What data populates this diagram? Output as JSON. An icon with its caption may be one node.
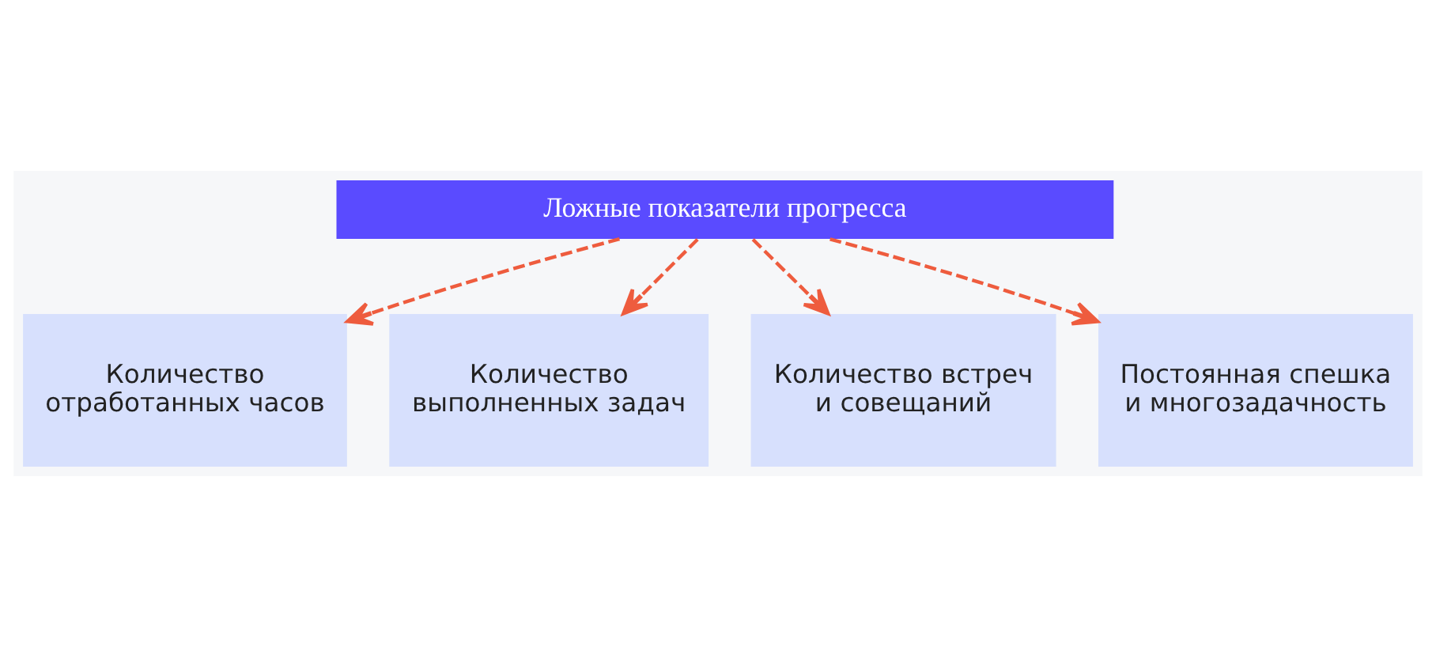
{
  "diagram": {
    "nodes": [
      {
        "text": [
          "Ложные показатели прогресса"
        ]
      },
      {
        "text": [
          "Количество отработанных часов"
        ]
      },
      {
        "text": [
          "Количество выполненных задач"
        ]
      },
      {
        "text": [
          "Количество встреч и совещаний"
        ]
      },
      {
        "text": [
          "Постоянная спешка и многозадачность"
        ]
      }
    ],
    "edges": [
      {
        "from": 0,
        "to": 1,
        "arrow": "to",
        "style": "dashed"
      },
      {
        "from": 0,
        "to": 2,
        "arrow": "to",
        "style": "dashed"
      },
      {
        "from": 0,
        "to": 3,
        "arrow": "to",
        "style": "dashed"
      },
      {
        "from": 0,
        "to": 4,
        "arrow": "to",
        "style": "dashed"
      }
    ]
  }
}
